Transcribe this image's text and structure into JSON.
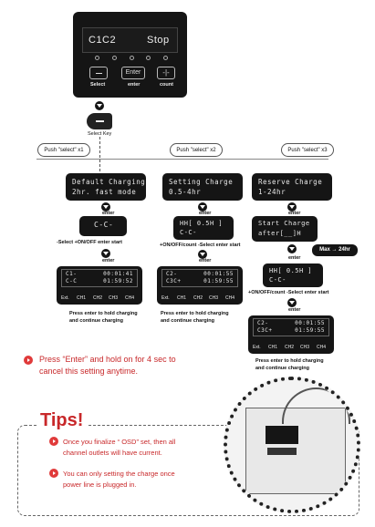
{
  "top_panel": {
    "display_left": "C1C2",
    "display_right": "Stop",
    "btn_select": "Select",
    "btn_enter": "enter",
    "btn_count": "count",
    "key_enter_label": "Enter"
  },
  "select_key_label": "Select Key",
  "pushes": [
    "Push \"select\" x1",
    "Push \"select\" x2",
    "Push \"select\" x3"
  ],
  "col1": {
    "lcd1": [
      "Default Charging",
      "2hr. fast mode"
    ],
    "enter1": "enter",
    "lcd2": "C-C-",
    "note2": "-Select +ON/OFF enter start",
    "enter2": "enter",
    "lcd3": [
      "C1-       00:01:41",
      "C-C       01:59:52"
    ],
    "channels": [
      "Ext.",
      "CH1",
      "CH2",
      "CH3",
      "CH4"
    ],
    "caption": [
      "Press enter to hold charging",
      "and continue charging"
    ]
  },
  "col2": {
    "lcd1": [
      "Setting Charge",
      "0.5-4hr"
    ],
    "enter1": "enter",
    "lcd2": [
      "HH[ 0.5H ]",
      "C-C-"
    ],
    "note2": "+ON/OFF/count  -Select enter start",
    "enter2": "enter",
    "lcd3": [
      "C2-       00:01:55",
      "C3C+      01:59:55"
    ],
    "channels": [
      "Ext.",
      "CH1",
      "CH2",
      "CH3",
      "CH4"
    ],
    "caption": [
      "Press enter to hold charging",
      "and continue charging"
    ]
  },
  "col3": {
    "lcd1": [
      "Reserve Charge",
      "1-24hr"
    ],
    "enter1": "enter",
    "lcd2": [
      "Start Charge",
      "after[__]H"
    ],
    "max_badge": "Max → 24hr",
    "enter2": "enter",
    "lcd3": [
      "HH[ 0.5H ]",
      "C-C-"
    ],
    "note3": "+ON/OFF/count  -Select enter start",
    "enter3": "enter",
    "lcd4": [
      "C2-       00:01:55",
      "C3C+      01:59:55"
    ],
    "channels": [
      "Ext.",
      "CH1",
      "CH2",
      "CH3",
      "CH4"
    ],
    "caption": [
      "Press enter to hold charging",
      "and continue charging"
    ]
  },
  "note_cancel": [
    "Press “Enter” and hold on for 4 sec to",
    "cancel this setting anytime."
  ],
  "tips": {
    "title": "Tips!",
    "items": [
      [
        "Once you finalize “ OSD” set, then all",
        "channel outlets will have current."
      ],
      [
        "You can only setting the charge once",
        "power line is plugged in."
      ]
    ]
  },
  "colors": {
    "accent_red": "#c8282a",
    "lcd_bg": "#151515"
  }
}
